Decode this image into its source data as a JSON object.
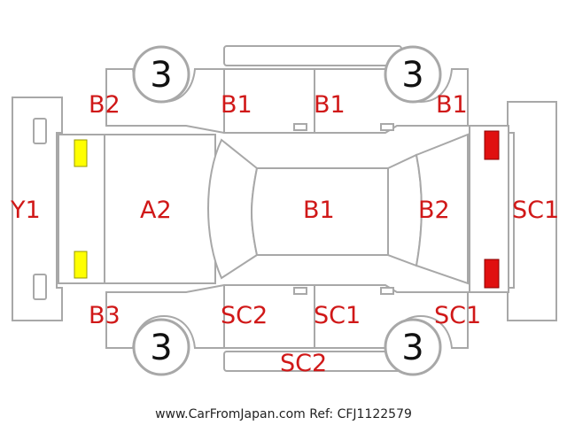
{
  "tires": {
    "front_left": "3",
    "front_right": "3",
    "rear_left": "3",
    "rear_right": "3"
  },
  "codes": {
    "top_left_b2": "B2",
    "top_b1_1": "B1",
    "top_b1_2": "B1",
    "top_right_b1": "B1",
    "rear_y1": "Y1",
    "trunk_a2": "A2",
    "roof_b1": "B1",
    "hood_b2": "B2",
    "front_sc1": "SC1",
    "bottom_left_b3": "B3",
    "bottom_sc2": "SC2",
    "bottom_sc1": "SC1",
    "bottom_right_sc1": "SC1",
    "bottom_sill_sc2": "SC2"
  },
  "colors": {
    "code_text": "#d01818",
    "outline": "#a8a8a8",
    "rear_light": "#ffff00",
    "front_light": "#e01010"
  },
  "footer": "www.CarFromJapan.com Ref: CFJ1122579"
}
